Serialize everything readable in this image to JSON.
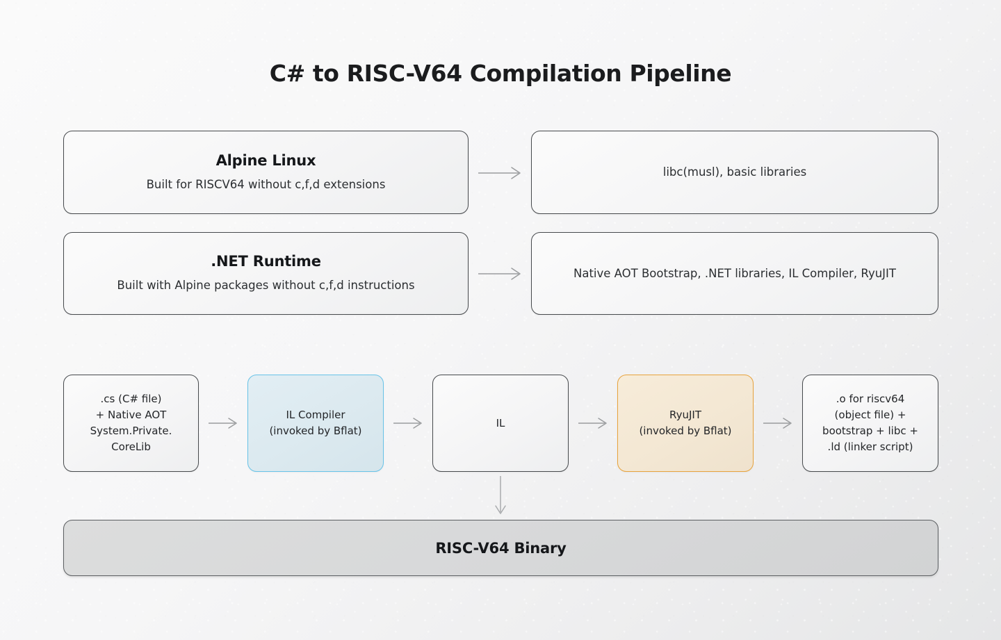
{
  "page": {
    "title": "C# to RISC-V64 Compilation Pipeline",
    "background_color": "#f6f6f7"
  },
  "colors": {
    "node_border": "#474a4d",
    "node_fill": "#f4f4f5",
    "il_compiler_border": "#67c3e8",
    "il_compiler_fill": "#dbe9ef",
    "ryujit_border": "#e8a33c",
    "ryujit_fill": "#f3e7d3",
    "binary_bar_fill": "#d7d8d9",
    "arrow": "#9a9c9e",
    "text": "#222427"
  },
  "prereq_rows": [
    {
      "source": {
        "head": "Alpine Linux",
        "sub": "Built for RISCV64 without c,f,d extensions"
      },
      "arrow": "arrow-right-icon",
      "target": {
        "text": "libc(musl), basic libraries"
      }
    },
    {
      "source": {
        "head": ".NET Runtime",
        "sub": "Built with Alpine packages without c,f,d instructions"
      },
      "arrow": "arrow-right-icon",
      "target": {
        "text": "Native AOT Bootstrap, .NET libraries, IL Compiler, RyuJIT"
      }
    }
  ],
  "pipeline": {
    "steps": [
      {
        "id": "source-inputs",
        "lines": [
          ".cs (C# file)",
          "+ Native AOT",
          "System.Private.",
          "CoreLib"
        ],
        "style": "default"
      },
      {
        "id": "il-compiler",
        "lines": [
          "IL Compiler",
          "(invoked by Bflat)"
        ],
        "style": "blue"
      },
      {
        "id": "il",
        "lines": [
          "IL"
        ],
        "style": "default"
      },
      {
        "id": "ryujit",
        "lines": [
          "RyuJIT",
          "(invoked by Bflat)"
        ],
        "style": "tan"
      },
      {
        "id": "object-output",
        "lines": [
          ".o for riscv64",
          "(object file) +",
          "bootstrap + libc +",
          ".ld (linker script)"
        ],
        "style": "default"
      }
    ],
    "connector_icon": "arrow-right-icon",
    "down_connector_icon": "arrow-down-icon"
  },
  "output": {
    "label": "RISC-V64 Binary"
  }
}
